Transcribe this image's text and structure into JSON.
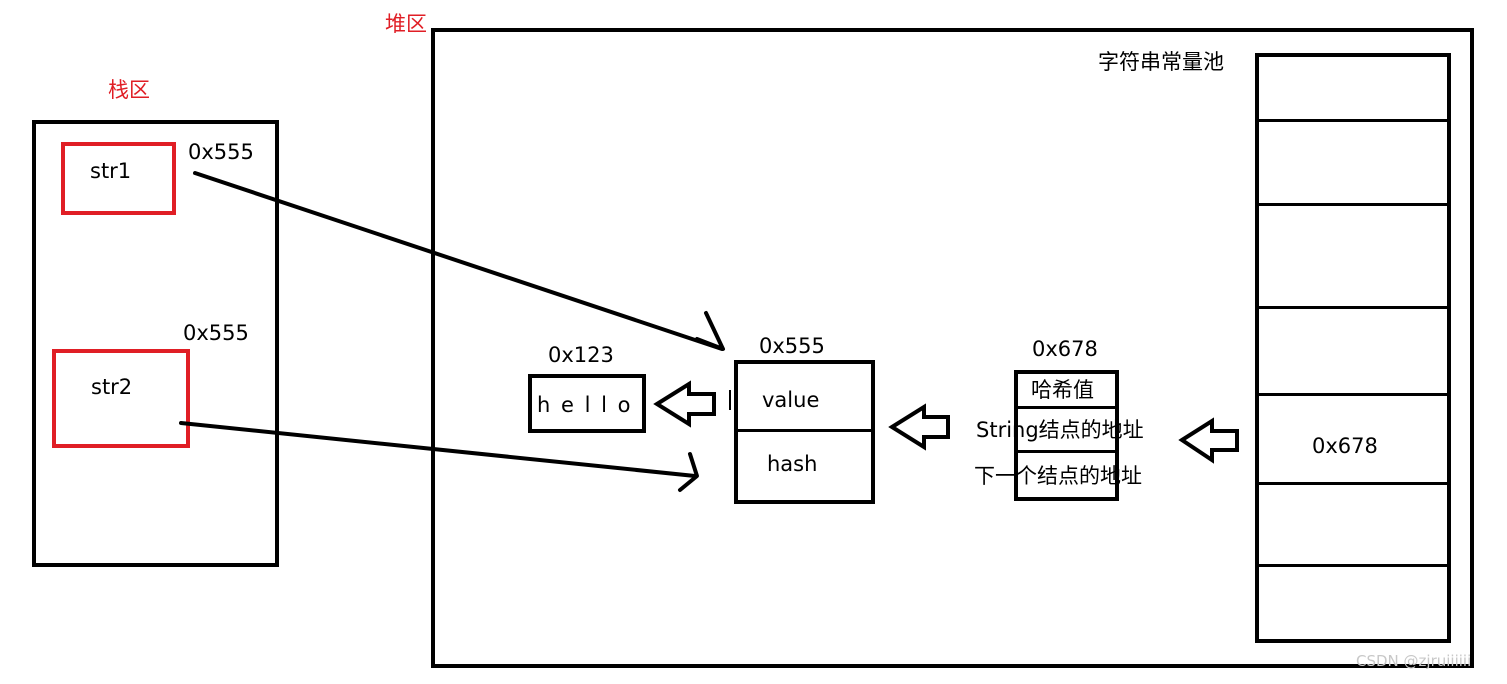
{
  "colors": {
    "stroke": "#000000",
    "stack_highlight": "#e01e25",
    "region_label": "#e01e25",
    "watermark": "#c8c8c8"
  },
  "regions": {
    "stack_label": "栈区",
    "heap_label": "堆区",
    "pool_label": "字符串常量池"
  },
  "stack": {
    "str1": {
      "label": "str1",
      "address": "0x555"
    },
    "str2": {
      "label": "str2",
      "address": "0x555"
    }
  },
  "char_array": {
    "address": "0x123",
    "chars": "h e l l o"
  },
  "string_object": {
    "address": "0x555",
    "field_value": "value",
    "field_hash": "hash"
  },
  "node": {
    "address": "0x678",
    "hash_label": "哈希值",
    "string_addr_label": "String结点的地址",
    "next_addr_label": "下一个结点的地址"
  },
  "pool": {
    "slot_address": "0x678"
  },
  "watermark": "CSDN @zjruiiiiii"
}
